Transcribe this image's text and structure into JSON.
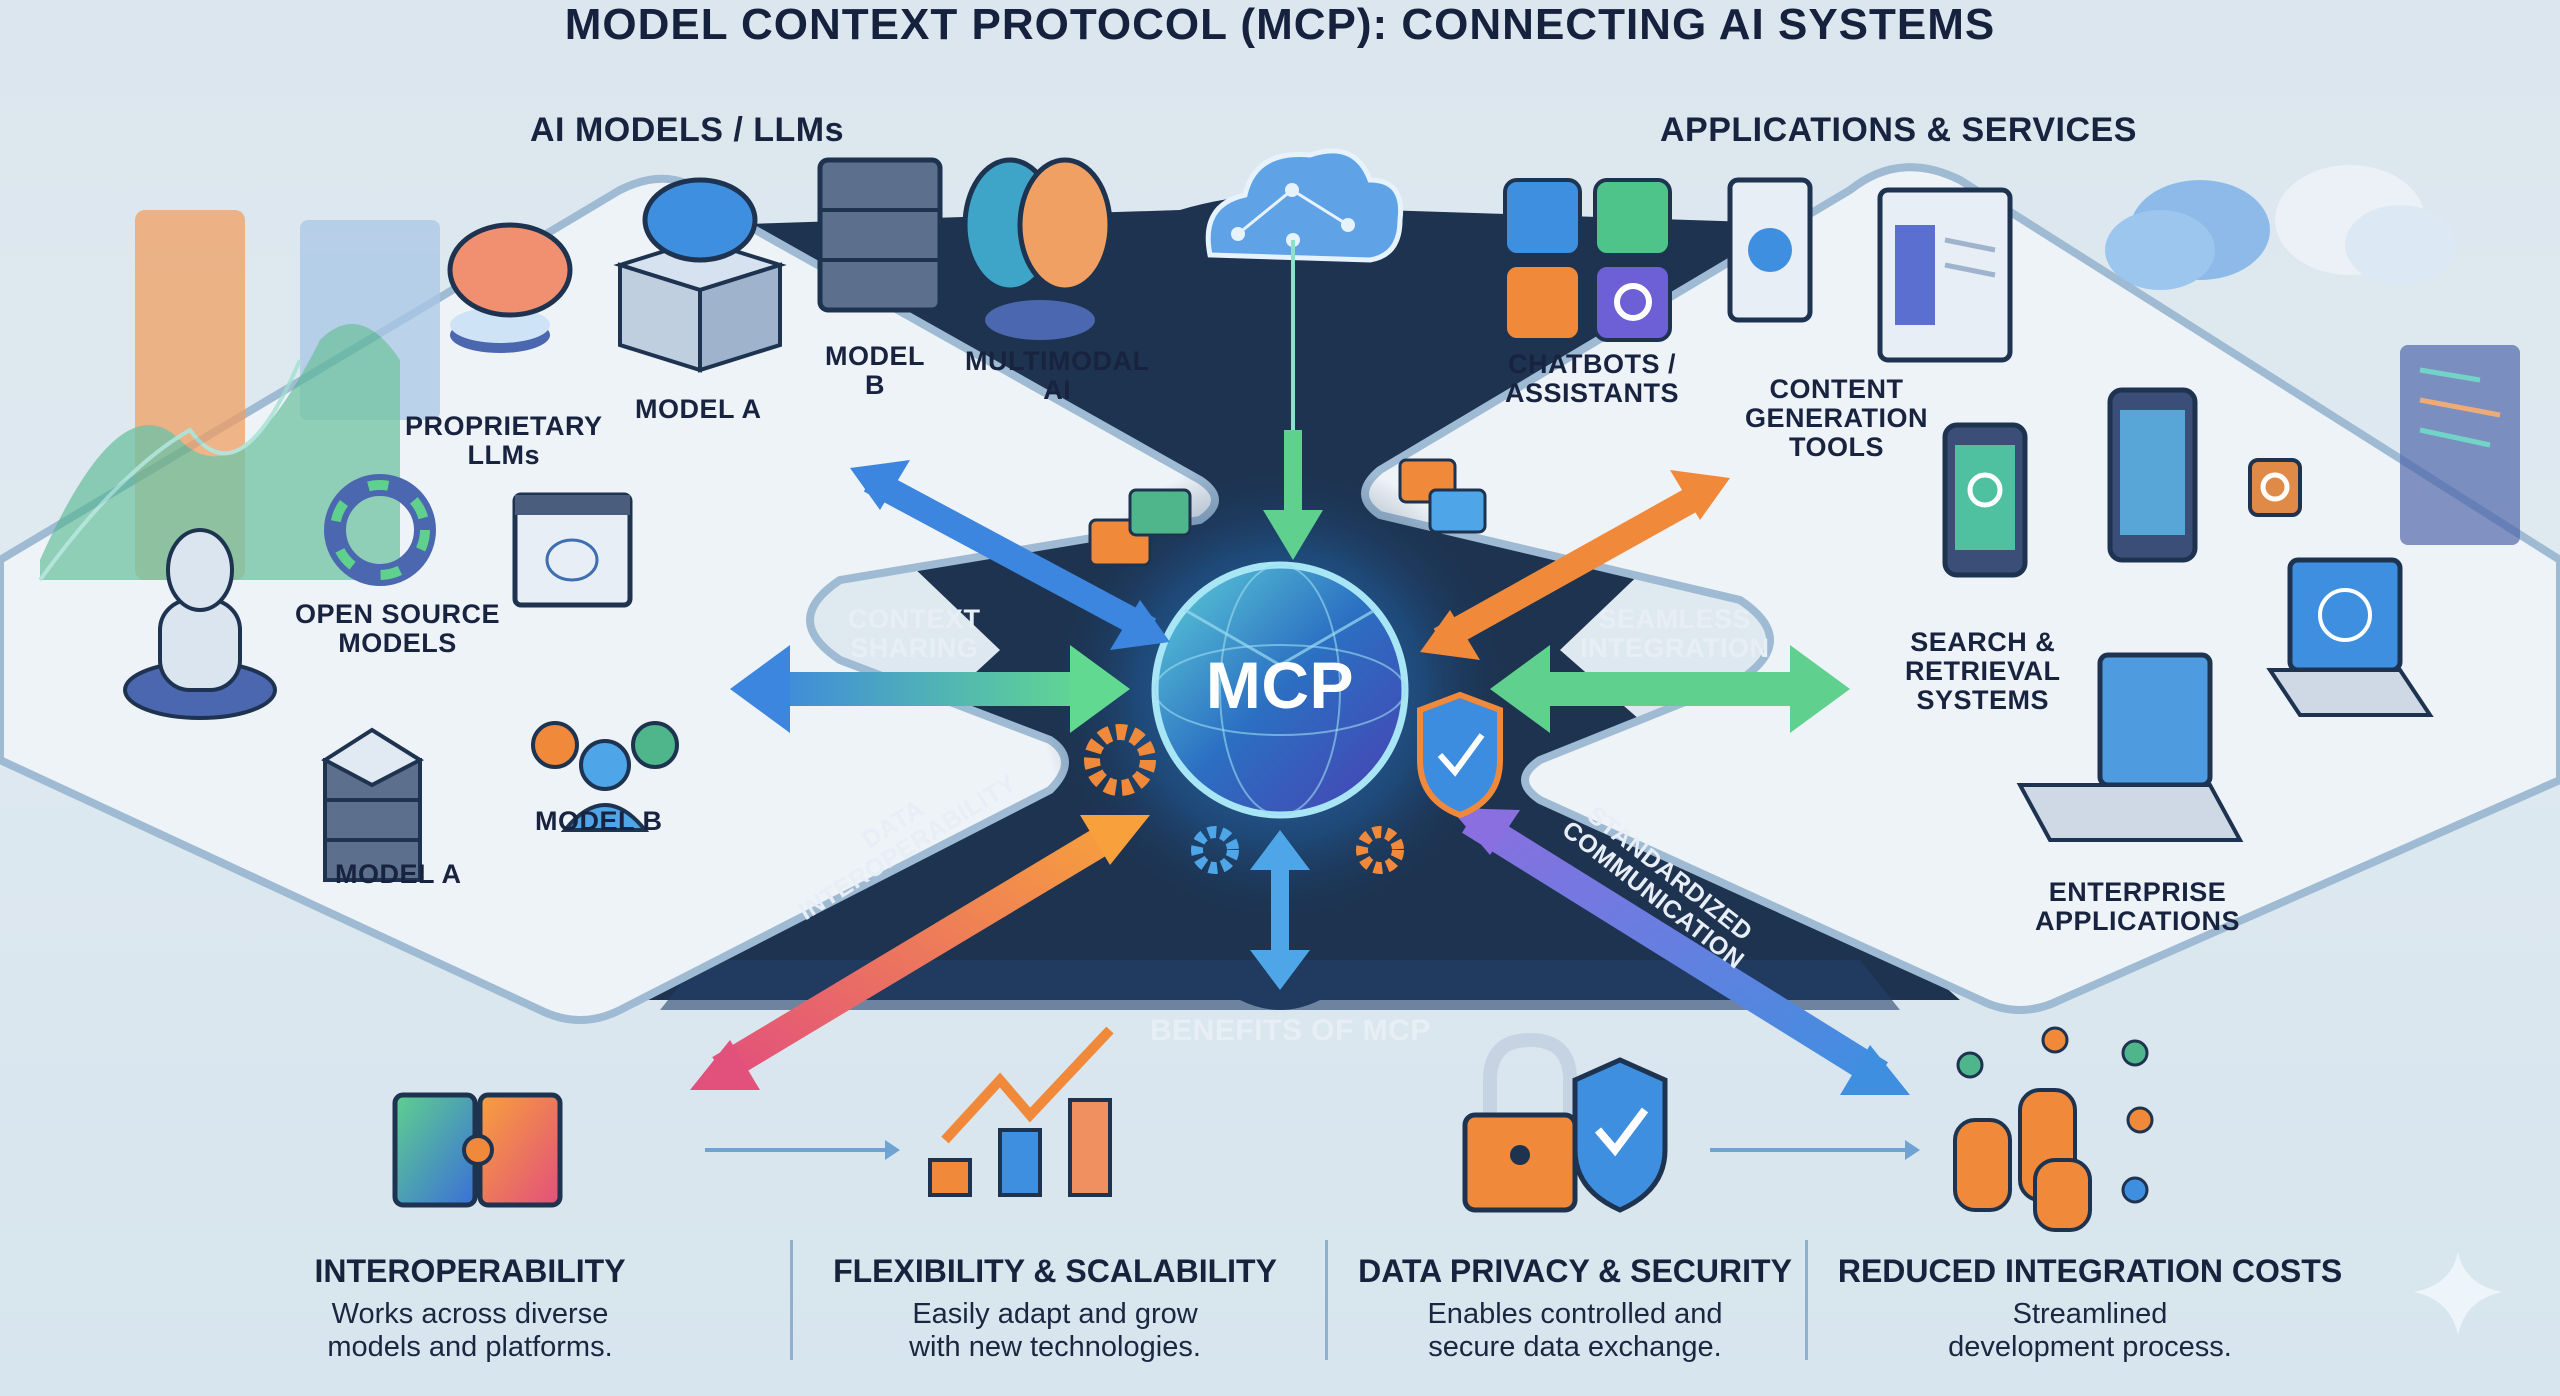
{
  "title": "MODEL CONTEXT PROTOCOL (MCP): CONNECTING AI SYSTEMS",
  "left_section": {
    "heading": "AI MODELS / LLMs",
    "items": [
      {
        "label": "PROPRIETARY\nLLMs",
        "icon": "brain-icon"
      },
      {
        "label": "MODEL A",
        "icon": "server-icon"
      },
      {
        "label": "MODEL\nB",
        "icon": "server-icon"
      },
      {
        "label": "MULTIMODAL\nAI",
        "icon": "brain-icon"
      },
      {
        "label": "OPEN SOURCE\nMODELS",
        "icon": "open-source-icon"
      },
      {
        "label": "MODEL A",
        "icon": "server-stack-icon"
      },
      {
        "label": "MODEL B",
        "icon": "users-icon"
      }
    ]
  },
  "right_section": {
    "heading": "APPLICATIONS & SERVICES",
    "items": [
      {
        "label": "CHATBOTS /\nASSISTANTS",
        "icon": "chat-apps-icon"
      },
      {
        "label": "CONTENT\nGENERATION\nTOOLS",
        "icon": "browser-icon"
      },
      {
        "label": "SEARCH &\nRETRIEVAL\nSYSTEMS",
        "icon": "phone-search-icon"
      },
      {
        "label": "ENTERPRISE\nAPPLICATIONS",
        "icon": "laptop-icon"
      }
    ]
  },
  "center": {
    "hub_label": "MCP",
    "flows": [
      {
        "label": "CONTEXT\nSHARING"
      },
      {
        "label": "SEAMLESS\nINTEGRATION"
      },
      {
        "label": "DATA\nINTEROPERABILITY"
      },
      {
        "label": "STANDARDIZED\nCOMMUNICATION"
      }
    ],
    "benefits_heading": "BENEFITS OF MCP"
  },
  "benefits": [
    {
      "title": "INTEROPERABILITY",
      "desc": "Works across diverse\nmodels and platforms.",
      "icon": "puzzle-icon"
    },
    {
      "title": "FLEXIBILITY & SCALABILITY",
      "desc": "Easily adapt and grow\nwith new technologies.",
      "icon": "growth-chart-icon"
    },
    {
      "title": "DATA PRIVACY & SECURITY",
      "desc": "Enables controlled and\nsecure data exchange.",
      "icon": "lock-shield-icon"
    },
    {
      "title": "REDUCED INTEGRATION COSTS",
      "desc": "Streamlined\ndevelopment process.",
      "icon": "coins-icon"
    }
  ],
  "colors": {
    "navy": "#1c2f4a",
    "platform": "#eef3f8",
    "orange": "#f0893a",
    "blue": "#3f8fe0",
    "green": "#5fd08e",
    "purple": "#7a6fdc"
  }
}
